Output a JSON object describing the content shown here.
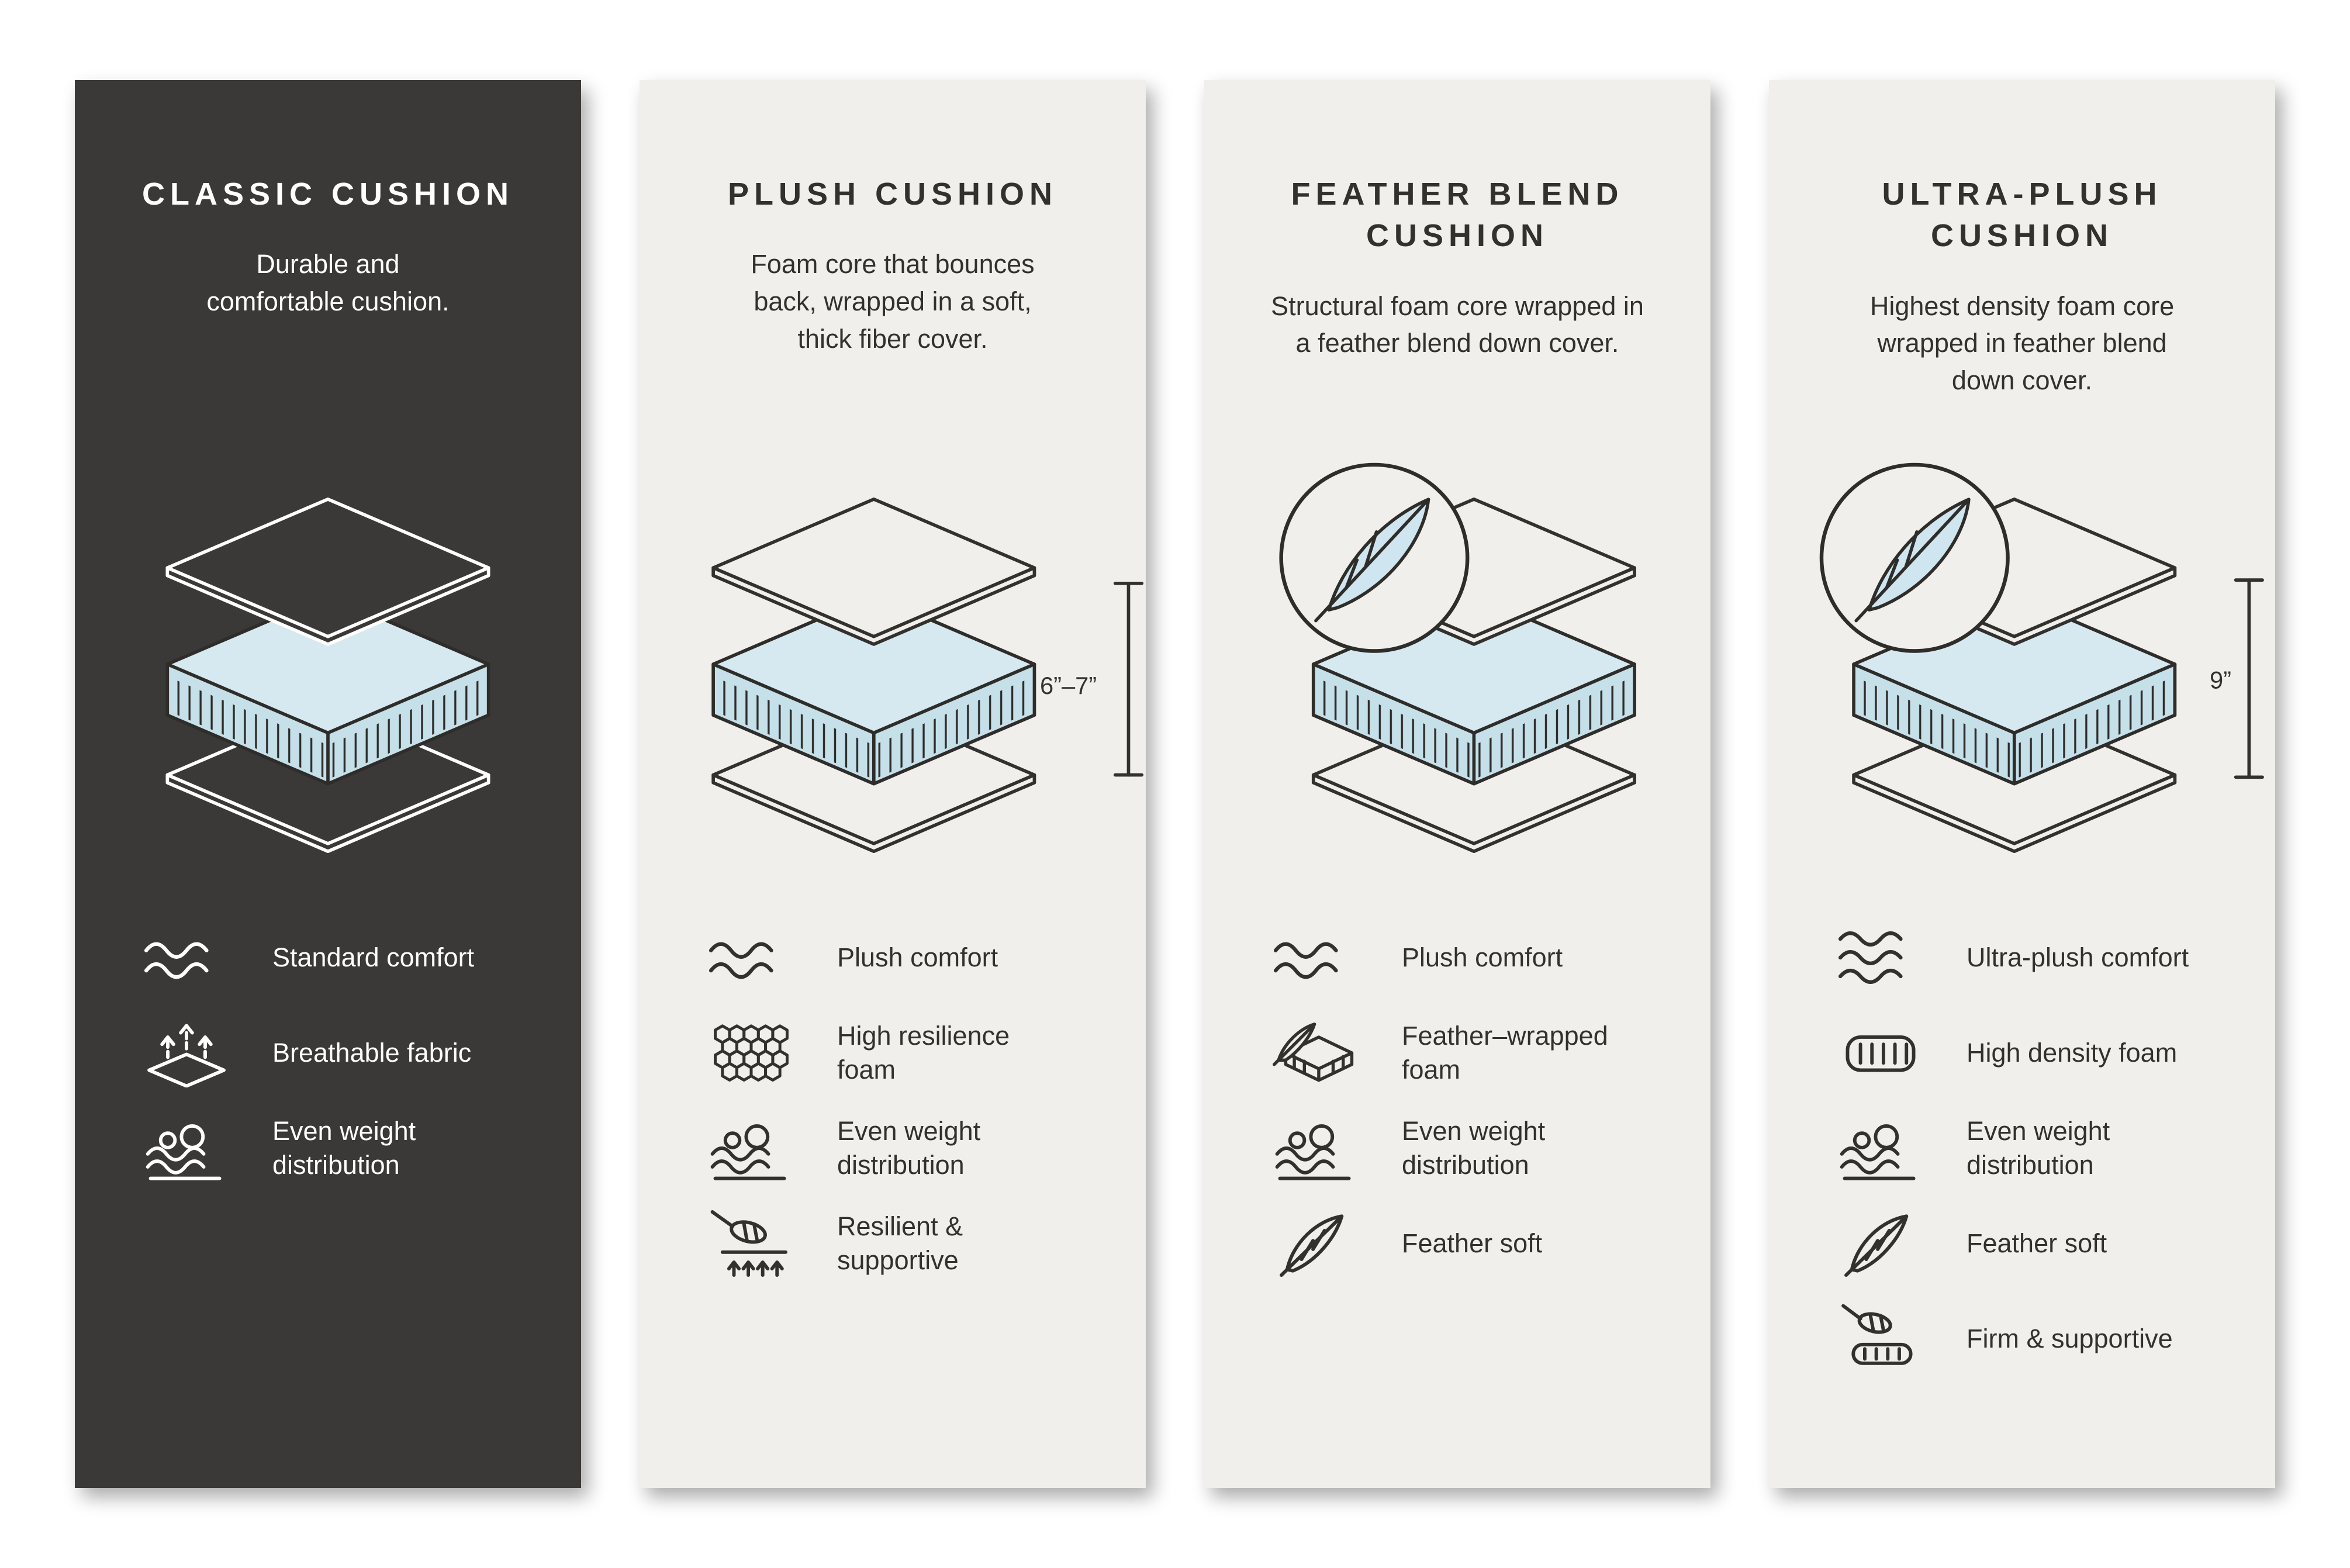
{
  "page": {
    "background": "#ffffff"
  },
  "colors": {
    "dark_card_bg": "#3a3937",
    "light_card_bg": "#f0efec",
    "ink": "#33312d",
    "foam_top_blue": "#d6e9f1",
    "foam_side_blue": "#c6e0ea",
    "white": "#ffffff"
  },
  "cards": [
    {
      "id": "classic-cushion",
      "theme": "dark",
      "title": "CLASSIC CUSHION",
      "description": "Durable and\ncomfortable cushion.",
      "features": [
        {
          "icon": "wave",
          "label": "Standard comfort"
        },
        {
          "icon": "breathable",
          "label": "Breathable fabric"
        },
        {
          "icon": "even-weight",
          "label": "Even weight\ndistribution"
        }
      ]
    },
    {
      "id": "plush-cushion",
      "theme": "light",
      "title": "PLUSH CUSHION",
      "description": "Foam core that bounces\nback, wrapped in a soft,\nthick fiber cover.",
      "dimension_label": "6”–7”",
      "features": [
        {
          "icon": "wave",
          "label": "Plush comfort"
        },
        {
          "icon": "honeycomb",
          "label": "High resilience\nfoam"
        },
        {
          "icon": "even-weight",
          "label": "Even weight\ndistribution"
        },
        {
          "icon": "resilient",
          "label": "Resilient &\nsupportive"
        }
      ]
    },
    {
      "id": "feather-blend-cushion",
      "theme": "light",
      "title": "FEATHER BLEND CUSHION",
      "description": "Structural foam core wrapped in\na feather blend down cover.",
      "feather_badge": true,
      "features": [
        {
          "icon": "wave",
          "label": "Plush comfort"
        },
        {
          "icon": "feather-foam",
          "label": "Feather–wrapped\nfoam"
        },
        {
          "icon": "even-weight",
          "label": "Even weight\ndistribution"
        },
        {
          "icon": "feather",
          "label": "Feather soft"
        }
      ]
    },
    {
      "id": "ultra-plush-cushion",
      "theme": "light",
      "title": "ULTRA-PLUSH CUSHION",
      "description": "Highest density foam core\nwrapped in feather blend\ndown cover.",
      "feather_badge": true,
      "dimension_label": "9”",
      "features": [
        {
          "icon": "wave-3",
          "label": "Ultra-plush comfort"
        },
        {
          "icon": "density-foam",
          "label": "High density foam"
        },
        {
          "icon": "even-weight",
          "label": "Even weight\ndistribution"
        },
        {
          "icon": "feather",
          "label": "Feather soft"
        },
        {
          "icon": "firm",
          "label": "Firm & supportive"
        }
      ]
    }
  ]
}
